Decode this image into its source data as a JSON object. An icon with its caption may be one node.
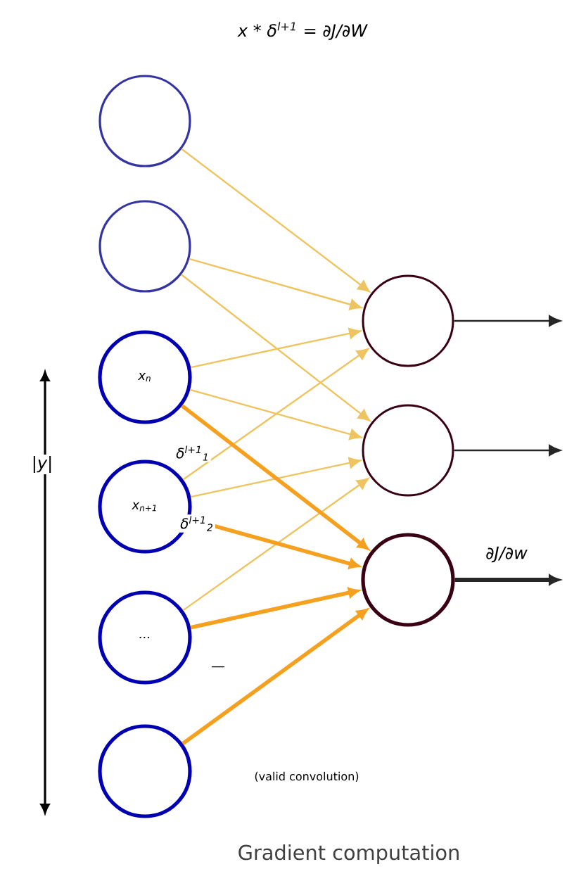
{
  "diagram": {
    "title": "x  *  δ$^{l+1}$  =  ∂J/∂W",
    "caption": "Gradient computation",
    "nodes": [
      {
        "text": [],
        "shape": "circle"
      },
      {
        "text": [],
        "shape": "circle"
      },
      {
        "text": [
          "x$_{n}$"
        ]
      },
      {
        "text": [
          "x$_{n+1}$"
        ]
      },
      {
        "text": [
          "..."
        ]
      },
      {
        "text": [],
        "shape": "circle"
      },
      {
        "text": [],
        "shape": "circle"
      },
      {
        "text": [],
        "shape": "circle"
      },
      {
        "text": [],
        "shape": "circle"
      }
    ],
    "edges": [
      {
        "from": 0,
        "to": 6,
        "arrow": "to"
      },
      {
        "from": 1,
        "to": 6,
        "arrow": "to"
      },
      {
        "from": 2,
        "to": 6,
        "arrow": "to"
      },
      {
        "from": 3,
        "to": 6,
        "arrow": "to"
      },
      {
        "from": 1,
        "to": 7,
        "arrow": "to"
      },
      {
        "from": 2,
        "to": 7,
        "arrow": "to"
      },
      {
        "from": 3,
        "to": 7,
        "arrow": "to"
      },
      {
        "from": 4,
        "to": 7,
        "arrow": "to"
      },
      {
        "from": 2,
        "to": 8,
        "arrow": "to",
        "style": "thick",
        "color": "#f5a01e"
      },
      {
        "from": 3,
        "to": 8,
        "arrow": "to",
        "style": "thick",
        "color": "#f5a01e"
      },
      {
        "from": 4,
        "to": 8,
        "arrow": "to",
        "style": "thick",
        "color": "#f5a01e"
      },
      {
        "from": 5,
        "to": 8,
        "arrow": "to",
        "style": "thick",
        "color": "#f5a01e"
      },
      {
        "from": 6,
        "to": null,
        "arrow": "to",
        "color": "#262626"
      },
      {
        "from": 7,
        "to": null,
        "arrow": "to",
        "color": "#262626"
      },
      {
        "from": 8,
        "to": null,
        "arrow": "to",
        "label": "∂J/∂w",
        "style": "thick",
        "color": "#262626"
      }
    ],
    "labels": [
      "|y|",
      "δ$^{l+1}$$_{1}$",
      "δ$^{l+1}$$_{2}$",
      "—",
      "(valid convolution)"
    ]
  }
}
